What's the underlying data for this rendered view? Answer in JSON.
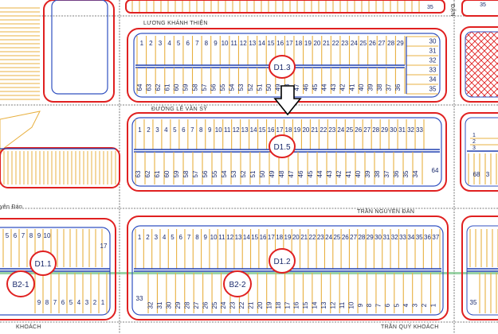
{
  "colors": {
    "block_outline": "#e02020",
    "lot_line": "#e8b040",
    "lot_number": "#1a2a6c",
    "spine": "#2040b0",
    "lot_border": "#3050c0",
    "road_line": "#555555",
    "green_strip": "#3fa050"
  },
  "streets": {
    "luong_khanh_thien": "LƯƠNG KHÁNH THIỆN",
    "le_van_sy": "ĐƯỜNG LÊ VĂN SỸ",
    "tran_nguyen_dan_right": "TRẦN NGUYÊN ĐÁN",
    "tran_nguyen_dan_left": "yên Đán",
    "tran_quy_khoach_right": "TRẦN QUÝ KHOÁCH",
    "tran_quy_khoach_left": "KHOÁCH",
    "dang_vertical": "ĐẶN"
  },
  "labels": {
    "d13": "D1.3",
    "d15": "D1.5",
    "d11": "D1.1",
    "d12": "D1.2",
    "b21": "B2-1",
    "b22": "B2-2"
  },
  "blocks": {
    "d13_top": [
      "1",
      "2",
      "3",
      "4",
      "5",
      "6",
      "7",
      "8",
      "9",
      "10",
      "11",
      "12",
      "13",
      "14",
      "15",
      "16",
      "17",
      "18",
      "19",
      "20",
      "21",
      "22",
      "23",
      "24",
      "25",
      "26",
      "27",
      "28",
      "29"
    ],
    "d13_right": [
      "30",
      "31",
      "32",
      "33",
      "34",
      "35"
    ],
    "d13_bottom": [
      "64",
      "63",
      "62",
      "61",
      "60",
      "59",
      "58",
      "57",
      "56",
      "55",
      "54",
      "53",
      "52",
      "51",
      "50",
      "49",
      "48",
      "47",
      "46",
      "45",
      "44",
      "43",
      "42",
      "41",
      "40",
      "39",
      "38",
      "37",
      "36"
    ],
    "d15_top": [
      "1",
      "2",
      "3",
      "4",
      "5",
      "6",
      "7",
      "8",
      "9",
      "10",
      "11",
      "12",
      "13",
      "14",
      "15",
      "16",
      "17",
      "18",
      "19",
      "20",
      "21",
      "22",
      "23",
      "24",
      "25",
      "26",
      "27",
      "28",
      "29",
      "30",
      "31",
      "32",
      "33"
    ],
    "d15_bottom": [
      "63",
      "62",
      "61",
      "60",
      "59",
      "58",
      "57",
      "56",
      "55",
      "54",
      "53",
      "52",
      "51",
      "50",
      "49",
      "48",
      "47",
      "46",
      "45",
      "44",
      "43",
      "42",
      "41",
      "40",
      "39",
      "38",
      "37",
      "36",
      "35",
      "34"
    ],
    "d15_corner": "64",
    "d12_top": [
      "1",
      "2",
      "3",
      "4",
      "5",
      "6",
      "7",
      "8",
      "9",
      "10",
      "11",
      "12",
      "13",
      "14",
      "15",
      "16",
      "17",
      "18",
      "19",
      "20",
      "21",
      "22",
      "23",
      "24",
      "25",
      "26",
      "27",
      "28",
      "29",
      "30",
      "31",
      "32",
      "33",
      "34",
      "35",
      "36",
      "37"
    ],
    "d12_bottom_corner": "33",
    "d12_bottom": [
      "32",
      "31",
      "30",
      "29",
      "28",
      "27",
      "26",
      "25",
      "24",
      "23",
      "22",
      "21",
      "20",
      "19",
      "18",
      "17",
      "16",
      "15",
      "14",
      "13",
      "12",
      "11",
      "10",
      "9",
      "8",
      "7",
      "6",
      "5",
      "4",
      "3",
      "2",
      "1"
    ],
    "d11_top": [
      "5",
      "6",
      "7",
      "8",
      "9",
      "10"
    ],
    "d11_right": "17",
    "d11_bottom": [
      "9",
      "8",
      "7",
      "6",
      "5",
      "4",
      "3",
      "2",
      "1"
    ],
    "right_mid": [
      "1",
      "2",
      "3"
    ],
    "right_mid_bottom": [
      "68",
      "3"
    ],
    "right_top_num": "35",
    "right_bottom_num": "35",
    "top_row_num": "35"
  }
}
